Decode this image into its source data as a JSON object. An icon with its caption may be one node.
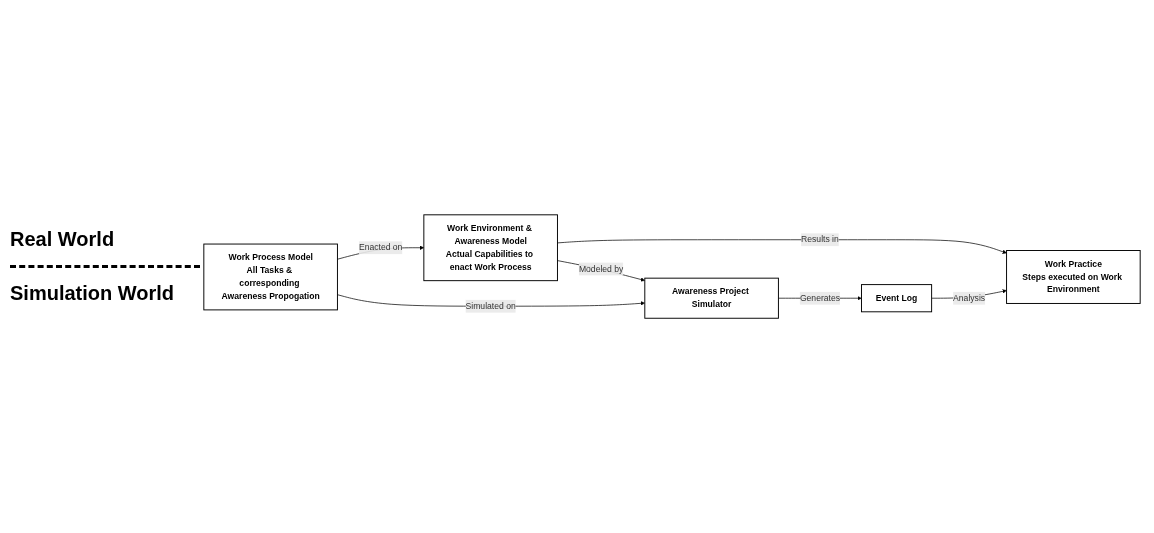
{
  "diagram": {
    "nodes": [
      {
        "text": [
          "Work Process Model",
          "All Tasks & corresponding Awareness Propogation"
        ]
      },
      {
        "text": [
          "Work Environment & Awareness Model",
          "Actual Capabilities to enact Work Process"
        ]
      },
      {
        "text": [
          "Work Practice",
          "Steps executed on Work Environment"
        ]
      },
      {
        "text": [
          "Awareness Project Simulator"
        ]
      },
      {
        "text": [
          "Event Log"
        ]
      }
    ],
    "edges": [
      {
        "from": 0,
        "to": 1,
        "arrow": "to",
        "label": "Enacted on"
      },
      {
        "from": 1,
        "to": 2,
        "arrow": "to",
        "label": "Results in"
      },
      {
        "from": 1,
        "to": 3,
        "arrow": "to",
        "label": "Modeled by"
      },
      {
        "from": 0,
        "to": 3,
        "arrow": "to",
        "label": "Simulated on"
      },
      {
        "from": 3,
        "to": 4,
        "arrow": "to",
        "label": "Generates"
      },
      {
        "from": 4,
        "to": 2,
        "arrow": "to",
        "label": "Analysis"
      }
    ],
    "labels": [
      "Real World",
      "Simulation World"
    ]
  }
}
